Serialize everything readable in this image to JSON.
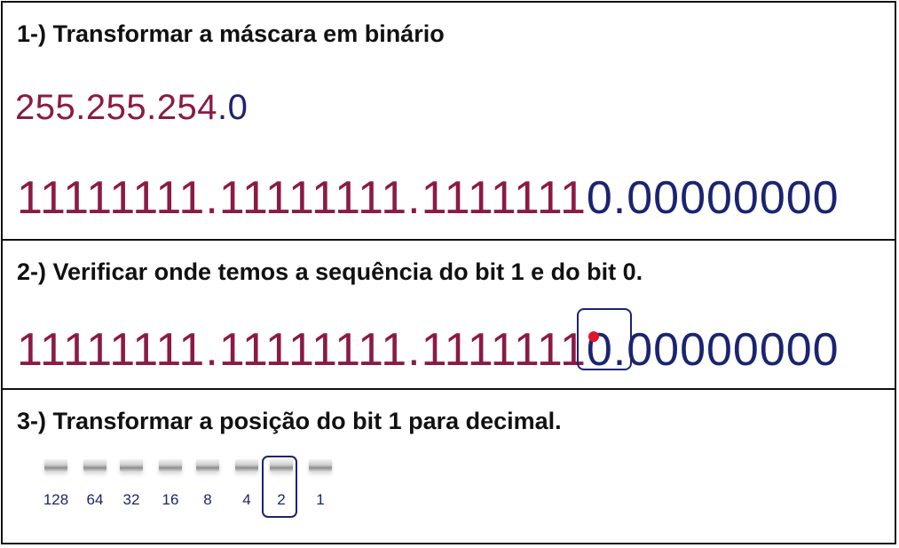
{
  "step1": {
    "heading": "1-) Transformar a máscara em binário",
    "mask_decimal_main": "255.255.254",
    "mask_decimal_last": ".0",
    "binary_ones": "11111111.11111111.1111111",
    "binary_zeros": "0.00000000"
  },
  "step2": {
    "heading": "2-) Verificar onde temos a sequência do bit 1 e do bit 0.",
    "binary_ones": "11111111.11111111.111111",
    "highlight_one": "1",
    "highlight_zero": "0",
    "binary_zeros": ".00000000"
  },
  "step3": {
    "heading": "3-) Transformar a posição do bit 1 para decimal.",
    "bit_values": [
      "128",
      "64",
      "32",
      "16",
      "8",
      "4",
      "2",
      "1"
    ],
    "highlighted_value": "2"
  },
  "colors": {
    "ones": "#8b1a44",
    "zeros": "#1b2471",
    "pointer": "#e0142a"
  }
}
